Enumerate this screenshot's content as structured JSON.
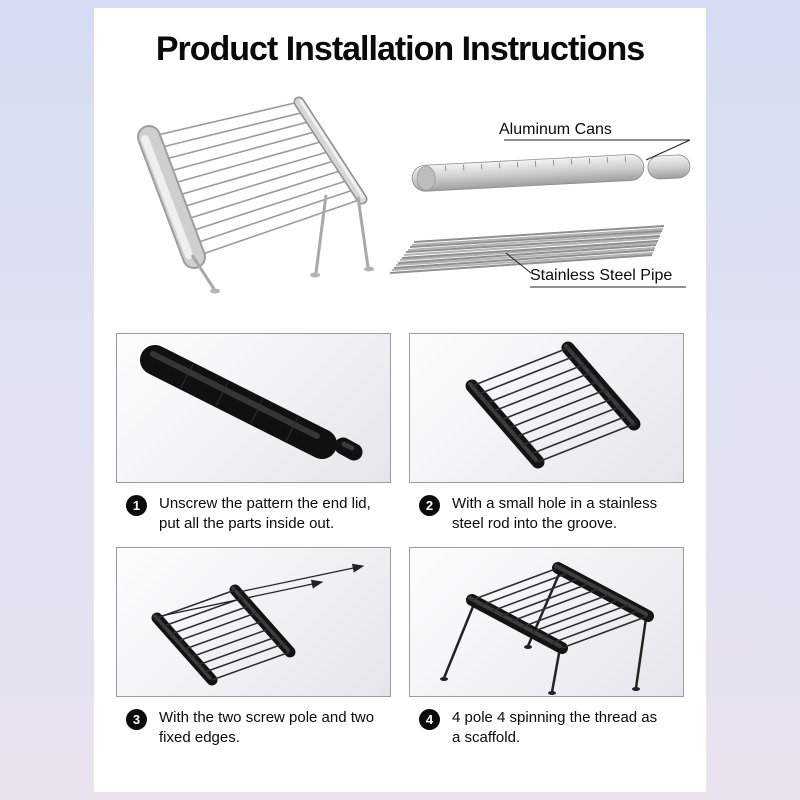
{
  "page": {
    "title": "Product Installation Instructions"
  },
  "diagram": {
    "aluminum_cans_label": "Aluminum Cans",
    "stainless_steel_pipe_label": "Stainless Steel Pipe"
  },
  "steps": [
    {
      "number": "1",
      "lines": [
        "Unscrew the pattern the end lid,",
        "put all the parts inside out."
      ]
    },
    {
      "number": "2",
      "lines": [
        "With a small hole in a stainless",
        "steel rod into the groove."
      ]
    },
    {
      "number": "3",
      "lines": [
        "With the two screw pole and two",
        "fixed edges."
      ]
    },
    {
      "number": "4",
      "lines": [
        "4 pole 4 spinning the thread as",
        "a scaffold."
      ]
    }
  ],
  "colors": {
    "background_top": "#d6dcf2",
    "background_bottom": "#e9e3ef",
    "sheet": "#ffffff",
    "step_marker": "#0b0b0b",
    "tube_black": "#101010",
    "metal_gray": "#c9c9c9"
  }
}
